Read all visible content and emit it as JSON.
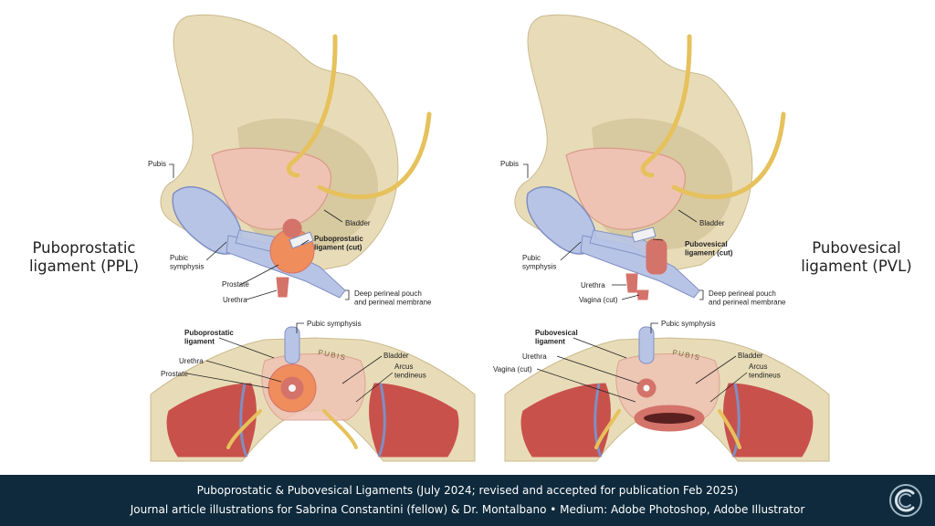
{
  "colors": {
    "bone": "#e8dcb8",
    "bone_shade": "#c9b98c",
    "bladder": "#efc3b4",
    "bladder_edge": "#d99a8a",
    "ligament": "#b8c4e6",
    "ligament_edge": "#7f8fc2",
    "prostate": "#ef8d5c",
    "urethra": "#d4736a",
    "nerve": "#e6c15c",
    "muscle": "#c9514c",
    "footer": "#0e2a3c"
  },
  "left": {
    "title": "Puboprostatic\nligament (PPL)",
    "labels": {
      "pubis": "Pubis",
      "bladder": "Bladder",
      "ligament": "Puboprostatic\nligament (cut)",
      "symphysis": "Pubic\nsymphysis",
      "prostate": "Prostate",
      "urethra": "Urethra",
      "deep": "Deep perineal pouch\nand perineal membrane"
    },
    "bottom": {
      "symphysis": "Pubic symphysis",
      "ligament": "Puboprostatic\nligament",
      "urethra": "Urethra",
      "prostate": "Prostate",
      "bladder": "Bladder",
      "arcus": "Arcus\ntendineus",
      "pubis": "PUBIS"
    }
  },
  "right": {
    "title": "Pubovesical\nligament (PVL)",
    "labels": {
      "pubis": "Pubis",
      "bladder": "Bladder",
      "ligament": "Pubovesical\nligament (cut)",
      "symphysis": "Pubic\nsymphysis",
      "urethra": "Urethra",
      "vagina": "Vagina (cut)",
      "deep": "Deep perineal pouch\nand perineal membrane"
    },
    "bottom": {
      "symphysis": "Pubic symphysis",
      "ligament": "Pubovesical\nligament",
      "urethra": "Urethra",
      "vagina": "Vagina (cut)",
      "bladder": "Bladder",
      "arcus": "Arcus\ntendineus",
      "pubis": "PUBIS"
    }
  },
  "footer": {
    "title": "Puboprostatic & Pubovesical Ligaments (July 2024; revised and accepted for publication Feb 2025)",
    "subtitle": "Journal article illustrations for Sabrina Constantini (fellow) & Dr. Montalbano • Medium: Adobe Photoshop, Adobe Illustrator",
    "logo_icon": "circular-c-logo-icon"
  }
}
